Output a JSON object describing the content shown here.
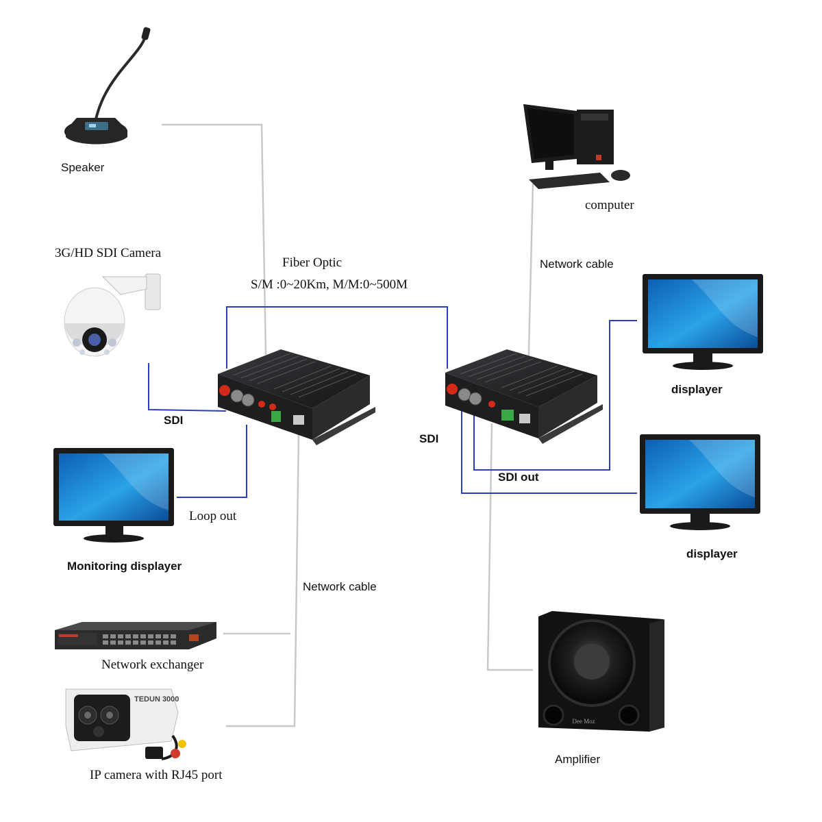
{
  "labels": {
    "speaker": "Speaker",
    "camera": "3G/HD SDI Camera",
    "fiber_title": "Fiber Optic",
    "fiber_spec": "S/M :0~20Km, M/M:0~500M",
    "network_cable_top": "Network cable",
    "computer": "computer",
    "displayer_1": "displayer",
    "displayer_2": "displayer",
    "sdi_left": "SDI",
    "sdi_right": "SDI",
    "sdi_out": "SDI out",
    "loop_out": "Loop out",
    "monitoring": "Monitoring displayer",
    "network_cable_bottom": "Network cable",
    "network_exchanger": "Network exchanger",
    "ip_camera": "IP camera with RJ45 port",
    "amplifier": "Amplifier",
    "amp_brand": "Dee Moz",
    "camera_brand": "TEDUN 3000"
  },
  "colors": {
    "blue_line": "#2a3fbf",
    "gray_line": "#c8c8c8",
    "device_body": "#1e1e20",
    "screen_blue": "#1f8fd6",
    "fiber_red": "#d42a1a",
    "terminal_green": "#3aa845"
  }
}
